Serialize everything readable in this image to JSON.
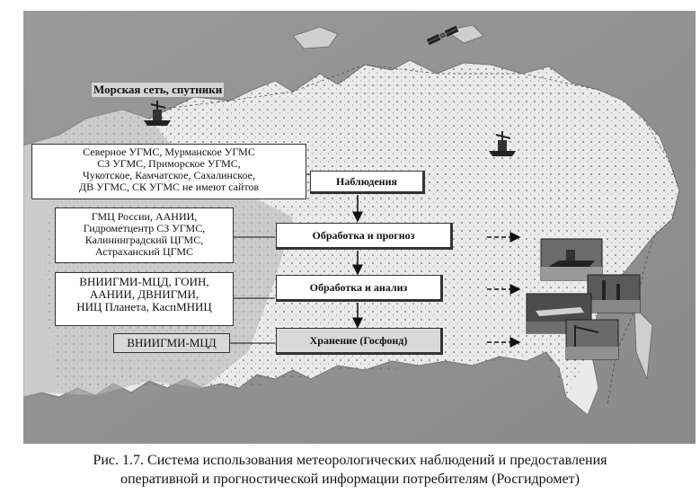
{
  "map_label": "Морская сеть, спутники",
  "left_boxes": {
    "ugms": [
      "Северное УГМС, Мурманское УГМС",
      "СЗ УГМС, Приморское УГМС,",
      "Чукотское, Камчатское, Сахалинское,",
      "ДВ УГМС,  СК УГМС не имеют сайтов"
    ],
    "gmc": [
      "ГМЦ России, ААНИИ,",
      "Гидрометцентр СЗ УГМС,",
      "Калининградский ЦГМС,",
      "Астраханский ЦГМС"
    ],
    "vniigmi": [
      "ВНИИГМИ-МЦД, ГОИН,",
      "ААНИИ, ДВНИГМИ,",
      "НИЦ Планета, КаспМНИЦ"
    ],
    "mcd": "ВНИИГМИ-МЦД"
  },
  "flow": {
    "observe": "Наблюдения",
    "process": "Обработка   и прогноз",
    "analysis": "Обработка и анализ",
    "storage": "Хранение (Госфонд)"
  },
  "caption": [
    "Рис. 1.7. Система использования метеорологических наблюдений и предоставления",
    "оперативной и прогностической информации потребителям (Росгидромет)"
  ]
}
